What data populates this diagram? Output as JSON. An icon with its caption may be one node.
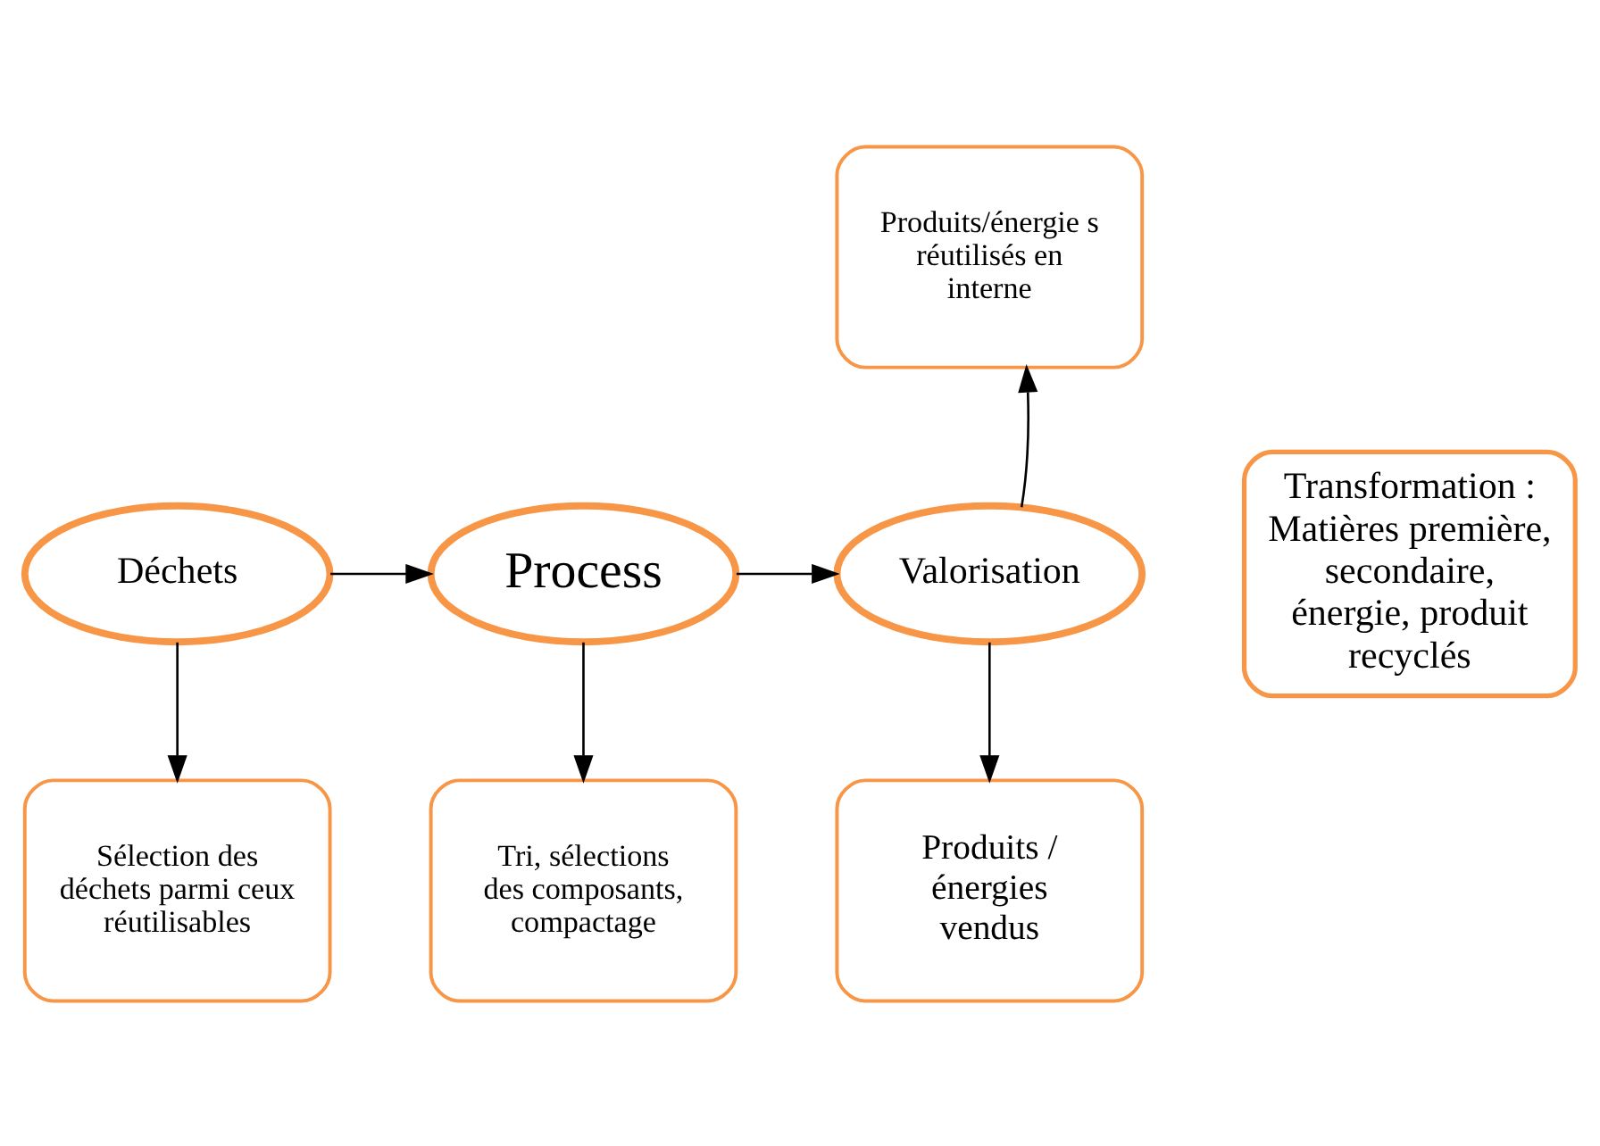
{
  "diagram": {
    "nodes": [
      {
        "text": [
          "Déchets"
        ]
      },
      {
        "text": [
          "Process"
        ]
      },
      {
        "text": [
          "Valorisation"
        ]
      },
      {
        "text": [
          "Produits/énergie s réutilisés en interne"
        ]
      },
      {
        "text": [
          "Sélection des déchets parmi ceux réutilisables"
        ]
      },
      {
        "text": [
          "Tri, sélections des composants, compactage"
        ]
      },
      {
        "text": [
          "Produits / énergies vendus"
        ]
      },
      {
        "text": [
          "Transformation : Matières première, secondaire, énergie, produit recyclés"
        ]
      }
    ],
    "edges": [
      {
        "from": 0,
        "to": 1,
        "arrow": "to"
      },
      {
        "from": 1,
        "to": 2,
        "arrow": "to"
      },
      {
        "from": 2,
        "to": 3,
        "arrow": "to"
      },
      {
        "from": 0,
        "to": 4,
        "arrow": "to"
      },
      {
        "from": 1,
        "to": 5,
        "arrow": "to"
      },
      {
        "from": 2,
        "to": 6,
        "arrow": "to"
      }
    ]
  }
}
